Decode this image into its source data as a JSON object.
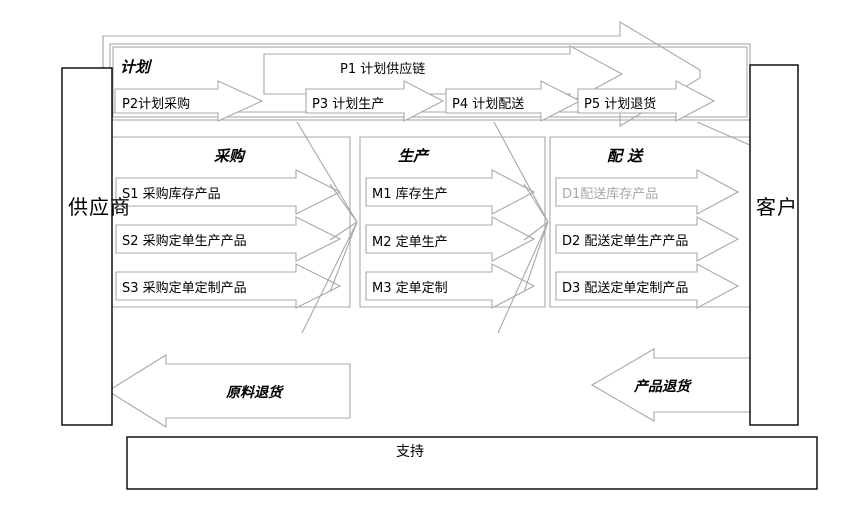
{
  "diagram": {
    "title_kind": "scor-supply-chain-model",
    "endpoints": {
      "supplier": "供应商",
      "customer": "客户"
    },
    "sections": [
      {
        "id": "plan",
        "heading": "计划"
      },
      {
        "id": "source",
        "heading": "采购"
      },
      {
        "id": "make",
        "heading": "生产"
      },
      {
        "id": "deliver",
        "heading": "配 送"
      }
    ],
    "plan": {
      "heading": "计划",
      "supply_chain_arrow": "P1  计划供应链",
      "steps": [
        {
          "code": "P2",
          "label": "P2计划采购"
        },
        {
          "code": "P3",
          "label": "P3  计划生产"
        },
        {
          "code": "P4",
          "label": "P4  计划配送"
        },
        {
          "code": "P5",
          "label": "P5  计划退货"
        }
      ]
    },
    "source": {
      "heading": "采购",
      "items": [
        {
          "code": "S1",
          "label": "S1  采购库存产品",
          "dim": false
        },
        {
          "code": "S2",
          "label": "S2  采购定单生产产品",
          "dim": false
        },
        {
          "code": "S3",
          "label": "S3  采购定单定制产品",
          "dim": false
        }
      ]
    },
    "make": {
      "heading": "生产",
      "items": [
        {
          "code": "M1",
          "label": "M1    库存生产",
          "dim": false
        },
        {
          "code": "M2",
          "label": "M2  定单生产",
          "dim": false
        },
        {
          "code": "M3",
          "label": "M3    定单定制",
          "dim": false
        }
      ]
    },
    "deliver": {
      "heading": "配 送",
      "items": [
        {
          "code": "D1",
          "label": "D1配送库存产品",
          "dim": true
        },
        {
          "code": "D2",
          "label": "D2   配送定单生产产品",
          "dim": false
        },
        {
          "code": "D3",
          "label": "D3  配送定单定制产品",
          "dim": false
        }
      ]
    },
    "returns": [
      {
        "id": "material-return",
        "label": "原料退货",
        "direction": "left"
      },
      {
        "id": "product-return",
        "label": "产品退货",
        "direction": "left"
      }
    ],
    "support": {
      "label": "支持"
    },
    "colors": {
      "line_gray": "#a8a8a8",
      "line_black": "#000000",
      "text": "#000000",
      "text_dim": "#a8a8a8",
      "background": "#ffffff"
    }
  }
}
